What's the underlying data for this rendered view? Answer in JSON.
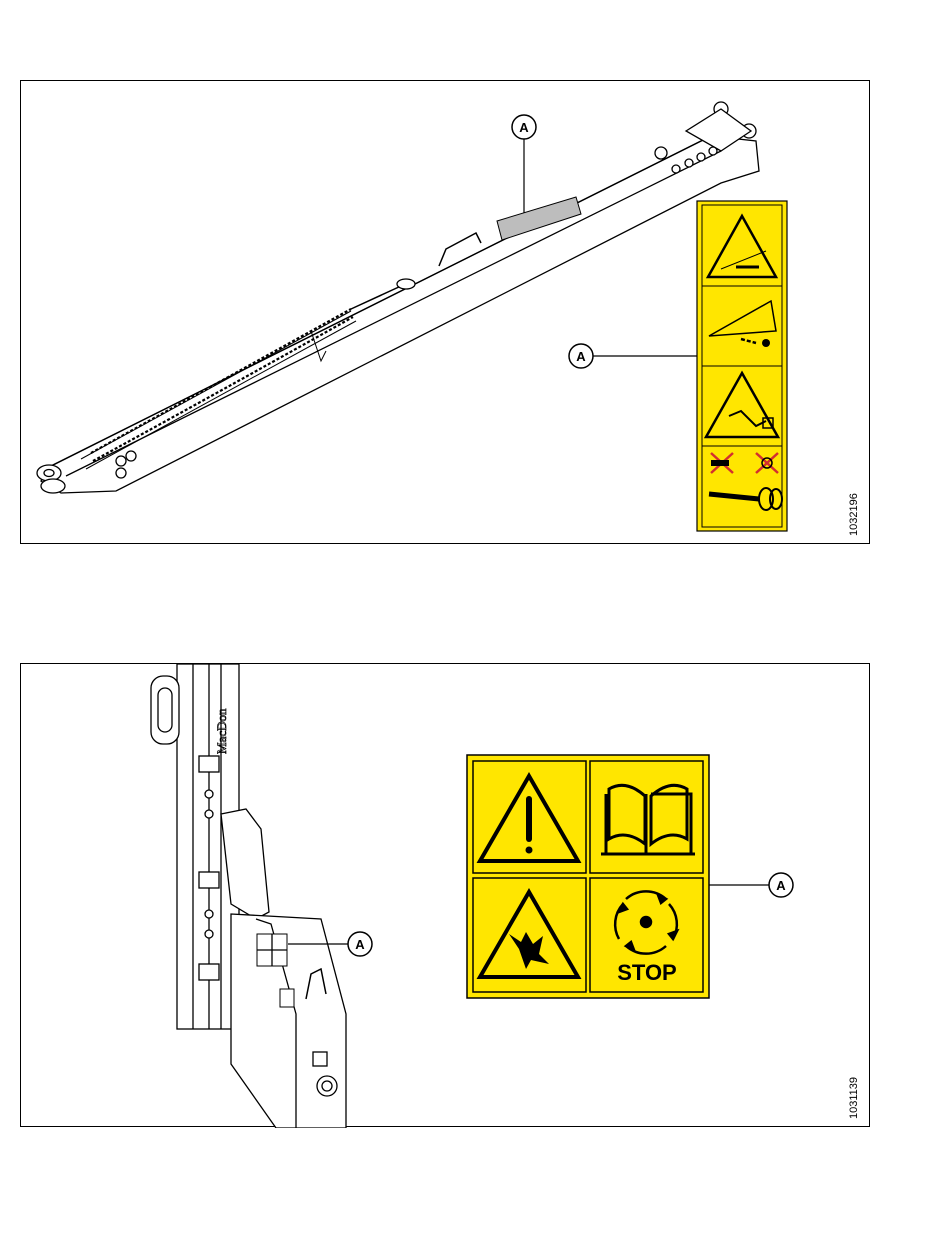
{
  "figures": [
    {
      "id_label": "1032196",
      "callouts": [
        "A",
        "A"
      ],
      "decal": {
        "panels": 4,
        "color": "#FFE600"
      }
    },
    {
      "id_label": "1031139",
      "callouts": [
        "A",
        "A"
      ],
      "decal": {
        "panels": 4,
        "color": "#FFE600",
        "stop_text": "STOP"
      },
      "brand_text": "MacDon"
    }
  ],
  "colors": {
    "decal_yellow": "#FFE600",
    "line": "#000000",
    "highlight_gray": "#BDBDBD"
  }
}
